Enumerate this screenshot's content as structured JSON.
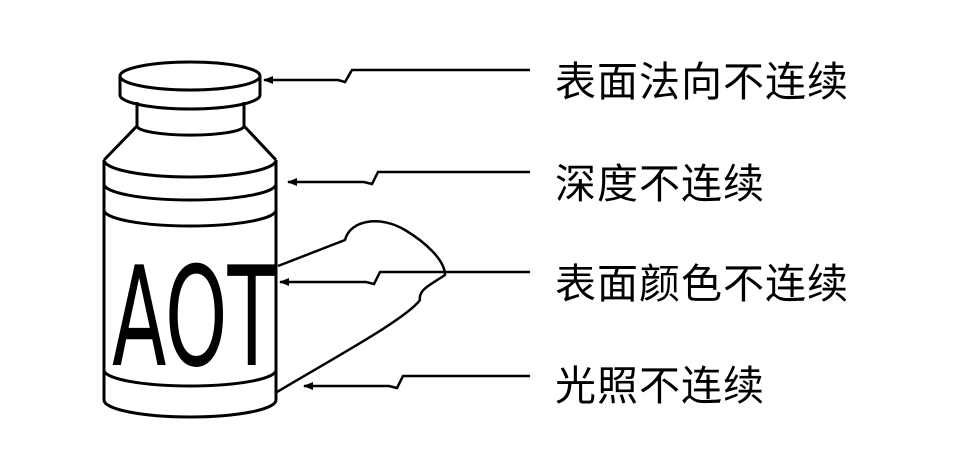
{
  "bottle": {
    "label_text": "AOT"
  },
  "annotations": [
    "表面法向不连续",
    "深度不连续",
    "表面颜色不连续",
    "光照不连续"
  ]
}
